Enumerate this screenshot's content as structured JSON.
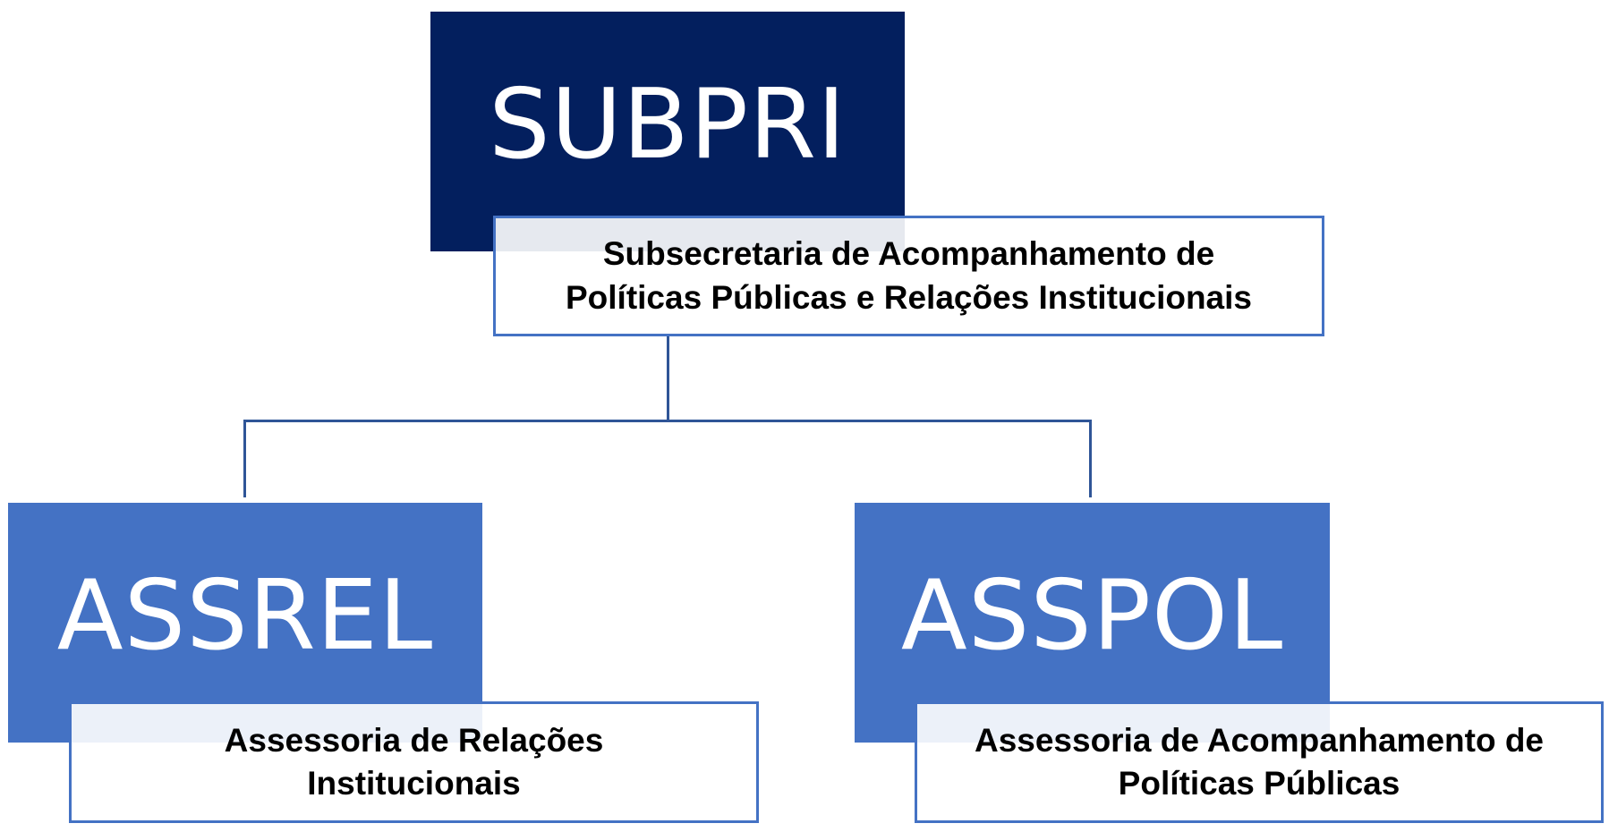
{
  "colors": {
    "top_fill": "#031f5e",
    "child_fill": "#4472c4",
    "desc_border": "#4472c4",
    "connector": "#2f5597"
  },
  "nodes": {
    "root": {
      "acronym": "SUBPRI",
      "description_lines": [
        "Subsecretaria de Acompanhamento de",
        "Políticas Públicas e Relações Institucionais"
      ]
    },
    "left": {
      "acronym": "ASSREL",
      "description_lines": [
        "Assessoria de Relações",
        "Institucionais"
      ]
    },
    "right": {
      "acronym": "ASSPOL",
      "description_lines": [
        "Assessoria de Acompanhamento de",
        "Políticas Públicas"
      ]
    }
  }
}
